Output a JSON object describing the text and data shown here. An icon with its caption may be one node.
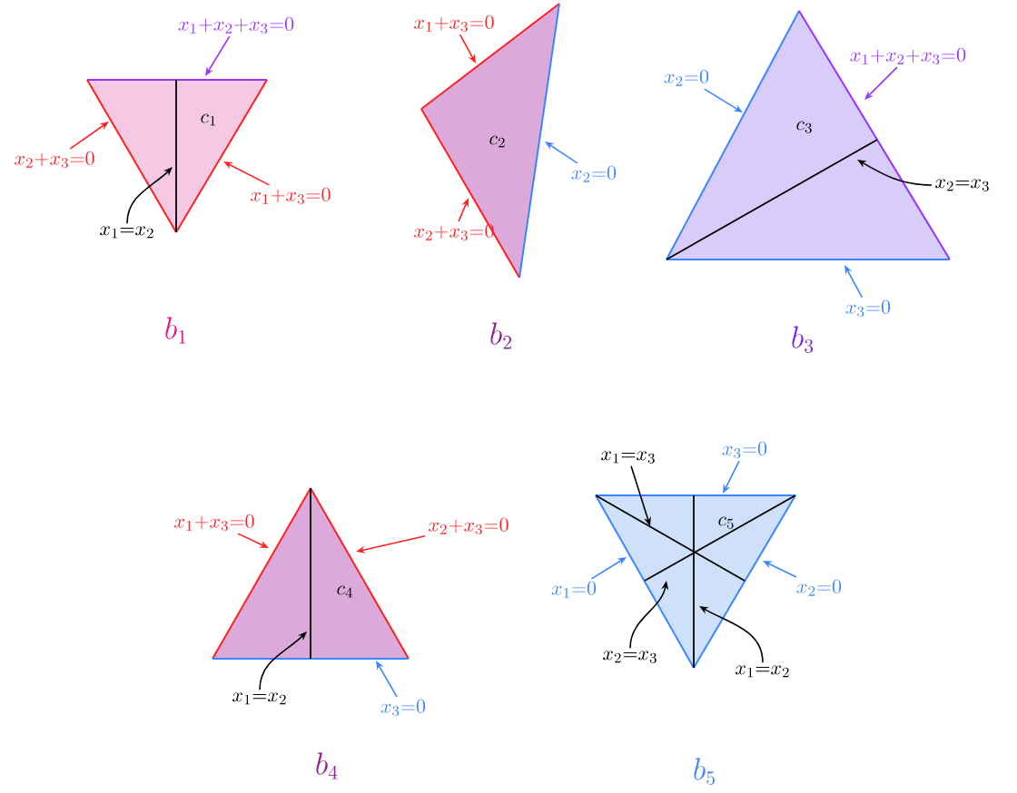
{
  "diagram": {
    "nodes": [
      {
        "text": [
          "c_1"
        ]
      },
      {
        "text": [
          "x_1+x_2+x_3=0"
        ]
      },
      {
        "text": [
          "x_2+x_3=0"
        ]
      },
      {
        "text": [
          "x_1+x_3=0"
        ]
      },
      {
        "text": [
          "x_1=x_2"
        ]
      },
      {
        "text": [
          "c_2"
        ]
      },
      {
        "text": [
          "x_1+x_3=0"
        ]
      },
      {
        "text": [
          "x_2=0"
        ]
      },
      {
        "text": [
          "x_2+x_3=0"
        ]
      },
      {
        "text": [
          "c_3"
        ]
      },
      {
        "text": [
          "x_2=0"
        ]
      },
      {
        "text": [
          "x_1+x_2+x_3=0"
        ]
      },
      {
        "text": [
          "x_2=x_3"
        ]
      },
      {
        "text": [
          "x_3=0"
        ]
      },
      {
        "text": [
          "c_4"
        ]
      },
      {
        "text": [
          "x_1+x_3=0"
        ]
      },
      {
        "text": [
          "x_2+x_3=0"
        ]
      },
      {
        "text": [
          "x_1=x_2"
        ]
      },
      {
        "text": [
          "x_3=0"
        ]
      },
      {
        "text": [
          "c_5"
        ]
      },
      {
        "text": [
          "x_1=x_3"
        ]
      },
      {
        "text": [
          "x_3=0"
        ]
      },
      {
        "text": [
          "x_1=0"
        ]
      },
      {
        "text": [
          "x_2=0"
        ]
      },
      {
        "text": [
          "x_2=x_3"
        ]
      },
      {
        "text": [
          "x_1=x_2"
        ]
      }
    ],
    "edges": [
      {
        "from": 1,
        "to": 0,
        "arrow": "to",
        "color": "#9933ff"
      },
      {
        "from": 2,
        "to": 0,
        "arrow": "to",
        "color": "#ff2020"
      },
      {
        "from": 3,
        "to": 0,
        "arrow": "to",
        "color": "#ff2020"
      },
      {
        "from": 4,
        "to": 0,
        "arrow": "to",
        "color": "#000000"
      },
      {
        "from": 6,
        "to": 5,
        "arrow": "to",
        "color": "#ff2020"
      },
      {
        "from": 7,
        "to": 5,
        "arrow": "to",
        "color": "#3a86ff"
      },
      {
        "from": 8,
        "to": 5,
        "arrow": "to",
        "color": "#ff2020"
      },
      {
        "from": 10,
        "to": 9,
        "arrow": "to",
        "color": "#3a86ff"
      },
      {
        "from": 11,
        "to": 9,
        "arrow": "to",
        "color": "#9933ff"
      },
      {
        "from": 12,
        "to": 9,
        "arrow": "to",
        "color": "#000000"
      },
      {
        "from": 13,
        "to": 9,
        "arrow": "to",
        "color": "#3a86ff"
      },
      {
        "from": 15,
        "to": 14,
        "arrow": "to",
        "color": "#ff2020"
      },
      {
        "from": 16,
        "to": 14,
        "arrow": "to",
        "color": "#ff2020"
      },
      {
        "from": 17,
        "to": 14,
        "arrow": "to",
        "color": "#000000"
      },
      {
        "from": 18,
        "to": 14,
        "arrow": "to",
        "color": "#3a86ff"
      },
      {
        "from": 20,
        "to": 19,
        "arrow": "to",
        "color": "#000000"
      },
      {
        "from": 21,
        "to": 19,
        "arrow": "to",
        "color": "#3a86ff"
      },
      {
        "from": 22,
        "to": 19,
        "arrow": "to",
        "color": "#3a86ff"
      },
      {
        "from": 23,
        "to": 19,
        "arrow": "to",
        "color": "#3a86ff"
      },
      {
        "from": 24,
        "to": 19,
        "arrow": "to",
        "color": "#000000"
      },
      {
        "from": 25,
        "to": 19,
        "arrow": "to",
        "color": "#000000"
      }
    ],
    "labels": [
      "b_1",
      "b_2",
      "b_3",
      "b_4",
      "b_5"
    ]
  }
}
